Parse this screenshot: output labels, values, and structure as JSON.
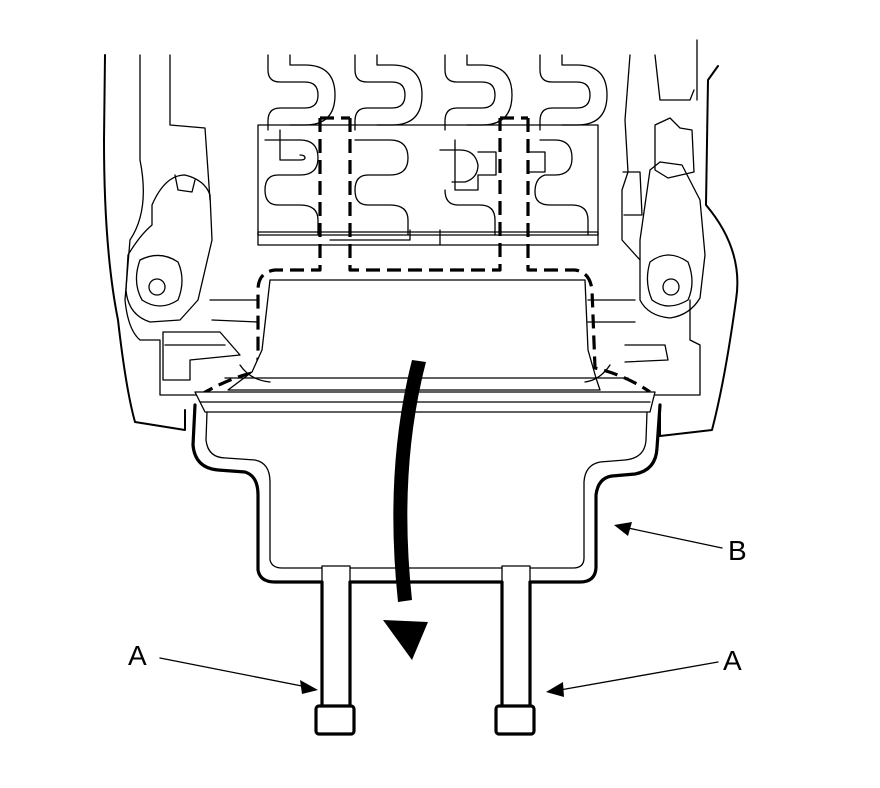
{
  "callouts": {
    "a_left": "A",
    "a_right": "A",
    "b": "B"
  },
  "colors": {
    "line": "#000000",
    "background": "#ffffff"
  }
}
